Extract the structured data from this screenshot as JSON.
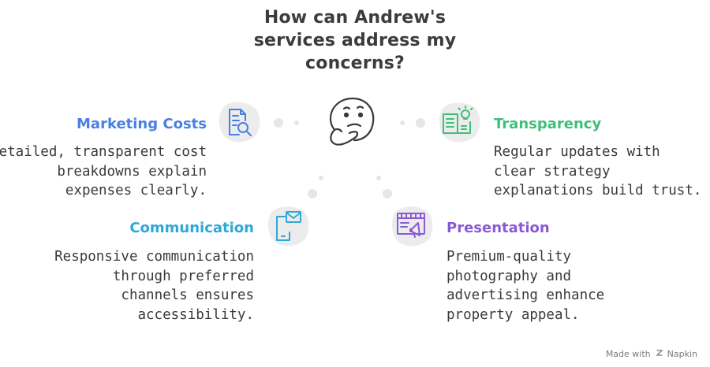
{
  "title": {
    "lines": [
      "How can Andrew's",
      "services address my",
      "concerns?"
    ]
  },
  "items": {
    "marketing_costs": {
      "heading": "Marketing Costs",
      "lines": [
        "Detailed, transparent cost",
        "breakdowns explain",
        "expenses clearly."
      ],
      "color": "#4a7fe0",
      "icon": "document-search-icon"
    },
    "transparency": {
      "heading": "Transparency",
      "lines": [
        "Regular updates with",
        "clear strategy",
        "explanations build trust."
      ],
      "color": "#3fbf78",
      "icon": "book-lightbulb-icon"
    },
    "communication": {
      "heading": "Communication",
      "lines": [
        "Responsive communication",
        "through preferred",
        "channels ensures",
        "accessibility."
      ],
      "color": "#2ea8d8",
      "icon": "phone-mail-icon"
    },
    "presentation": {
      "heading": "Presentation",
      "lines": [
        "Premium-quality",
        "photography and",
        "advertising enhance",
        "property appeal."
      ],
      "color": "#8a5ad6",
      "icon": "billboard-megaphone-icon"
    }
  },
  "center_icon": "thinking-face-icon",
  "watermark": {
    "prefix": "Made with",
    "brand": "Napkin"
  }
}
